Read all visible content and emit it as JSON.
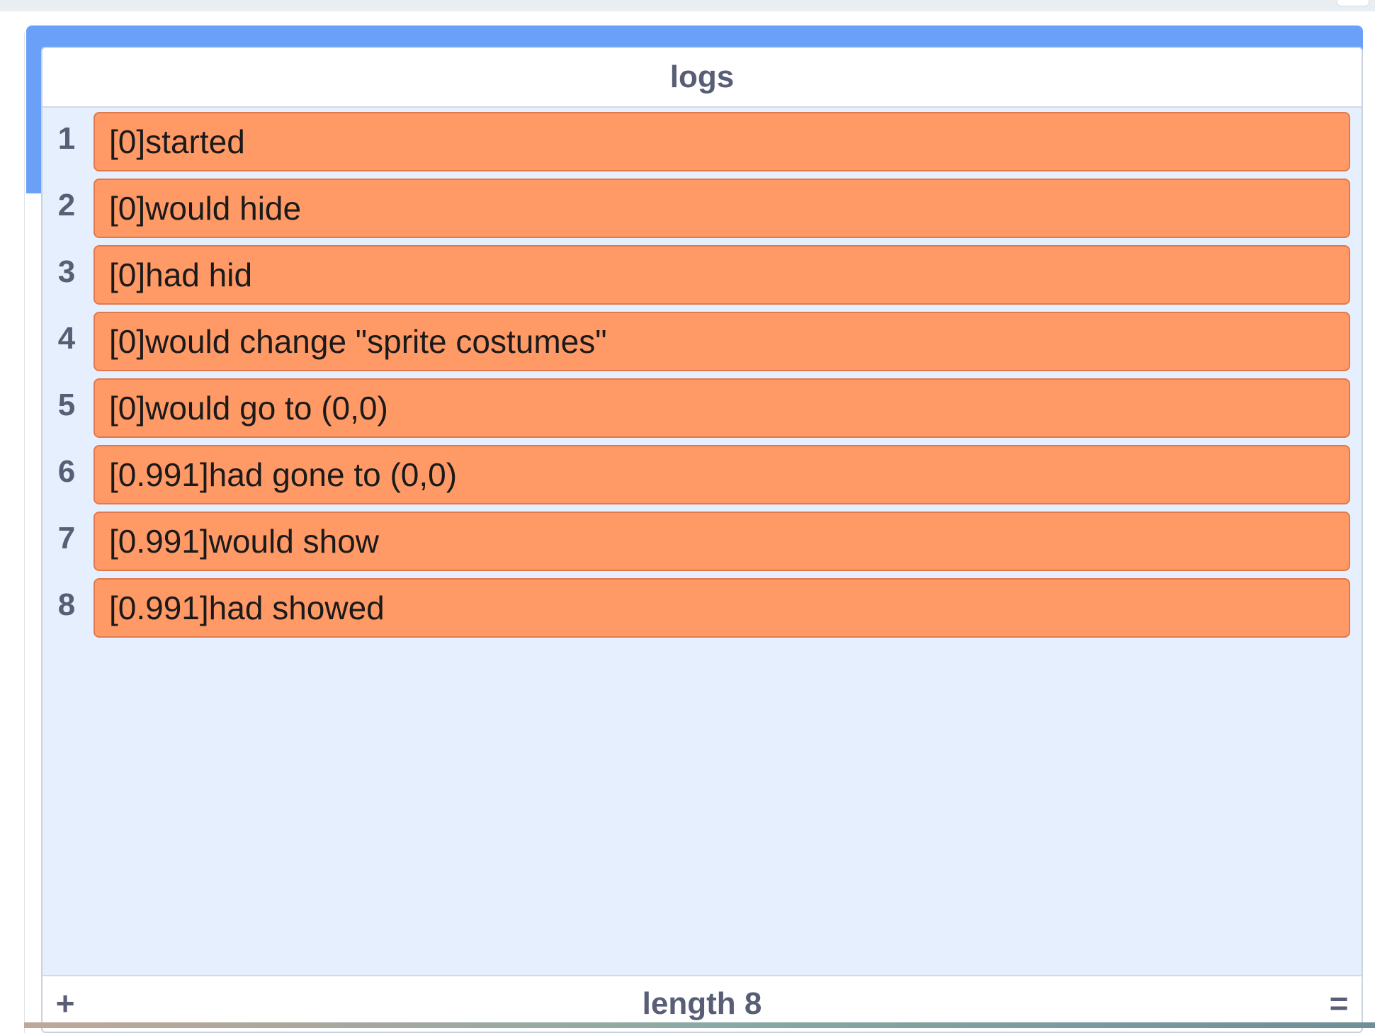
{
  "list": {
    "title": "logs",
    "items": [
      {
        "index": "1",
        "value": "[0]started"
      },
      {
        "index": "2",
        "value": "[0]would hide"
      },
      {
        "index": "3",
        "value": "[0]had hid"
      },
      {
        "index": "4",
        "value": "[0]would change \"sprite costumes\""
      },
      {
        "index": "5",
        "value": "[0]would go to (0,0)"
      },
      {
        "index": "6",
        "value": "[0.991]had gone to (0,0)"
      },
      {
        "index": "7",
        "value": "[0.991]would show"
      },
      {
        "index": "8",
        "value": "[0.991]had showed"
      }
    ],
    "footer": {
      "add_label": "+",
      "length_label": "length 8",
      "resize_label": "="
    }
  },
  "colors": {
    "item_fill": "#ff9966",
    "item_border": "#e0794d",
    "monitor_bg": "#e6effd",
    "accent_blue": "#6aa0f8",
    "label_text": "#575e75"
  }
}
